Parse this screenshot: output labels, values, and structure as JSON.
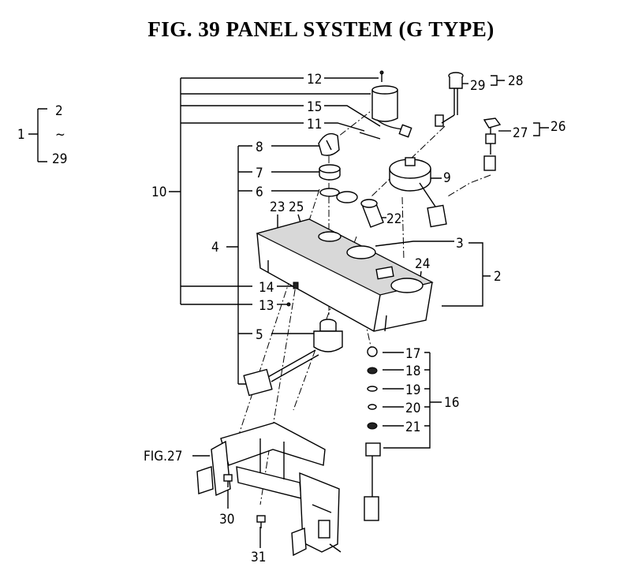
{
  "title": "FIG. 39  PANEL SYSTEM (G TYPE)",
  "legend": {
    "parent": "1",
    "from": "2",
    "tilde": "~",
    "to": "29"
  },
  "labels": {
    "p2": "2",
    "p3": "3",
    "p4": "4",
    "p5": "5",
    "p6": "6",
    "p7": "7",
    "p8": "8",
    "p9": "9",
    "p10": "10",
    "p11": "11",
    "p12": "12",
    "p13": "13",
    "p14": "14",
    "p15": "15",
    "p16": "16",
    "p17": "17",
    "p18": "18",
    "p19": "19",
    "p20": "20",
    "p21": "21",
    "p22": "22",
    "p23": "23",
    "p24": "24",
    "p25": "25",
    "p26": "26",
    "p27": "27",
    "p28": "28",
    "p29": "29",
    "p30": "30",
    "p31": "31",
    "ref": "FIG.27"
  }
}
